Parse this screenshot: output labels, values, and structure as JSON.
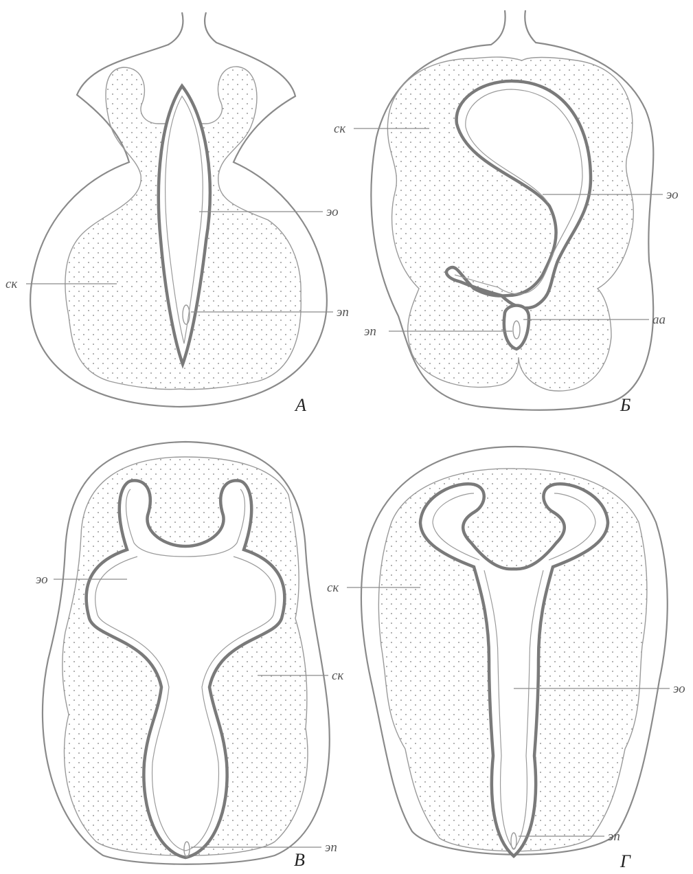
{
  "panels": {
    "A": {
      "letter": "А",
      "eo": "эо",
      "sk": "ск",
      "ep": "эп"
    },
    "B": {
      "letter": "Б",
      "sk": "ск",
      "eo": "эо",
      "aa": "аа",
      "ep": "эп"
    },
    "V": {
      "letter": "В",
      "eo": "эо",
      "sk": "ск",
      "ep": "эп"
    },
    "G": {
      "letter": "Г",
      "sk": "ск",
      "eo": "эо",
      "ep": "эп"
    }
  }
}
